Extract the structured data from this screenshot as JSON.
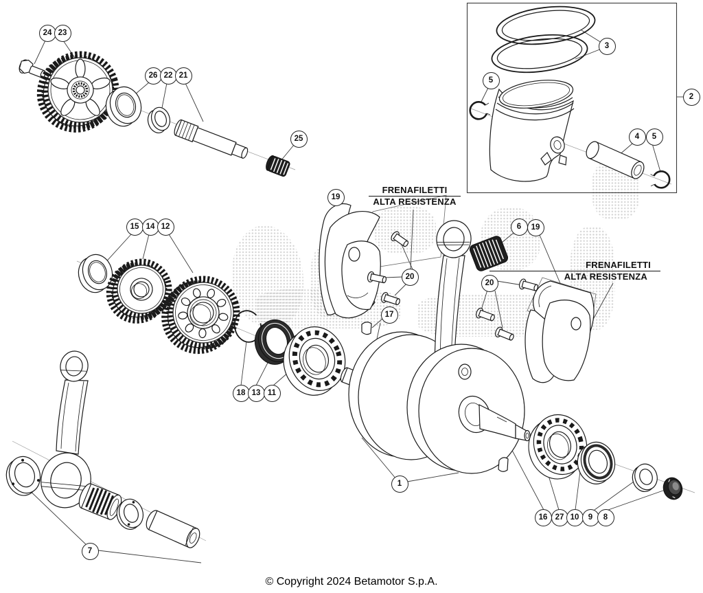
{
  "page": {
    "copyright": "© Copyright 2024 Betamotor S.p.A."
  },
  "colors": {
    "line": "#1a1a1a",
    "background": "#ffffff"
  },
  "notes": {
    "first": {
      "line1": "FRENAFILETTI",
      "line2": "ALTA RESISTENZA"
    },
    "second": {
      "line1": "FRENAFILETTI",
      "line2": "ALTA RESISTENZA"
    }
  },
  "callouts": [
    {
      "label": "24"
    },
    {
      "label": "23"
    },
    {
      "label": "26"
    },
    {
      "label": "22"
    },
    {
      "label": "21"
    },
    {
      "label": "25"
    },
    {
      "label": "3"
    },
    {
      "label": "5"
    },
    {
      "label": "2"
    },
    {
      "label": "4"
    },
    {
      "label": "5"
    },
    {
      "label": "15"
    },
    {
      "label": "14"
    },
    {
      "label": "12"
    },
    {
      "label": "19"
    },
    {
      "label": "20"
    },
    {
      "label": "17"
    },
    {
      "label": "18"
    },
    {
      "label": "13"
    },
    {
      "label": "11"
    },
    {
      "label": "6"
    },
    {
      "label": "19"
    },
    {
      "label": "20"
    },
    {
      "label": "1"
    },
    {
      "label": "7"
    },
    {
      "label": "16"
    },
    {
      "label": "27"
    },
    {
      "label": "10"
    },
    {
      "label": "9"
    },
    {
      "label": "8"
    }
  ]
}
